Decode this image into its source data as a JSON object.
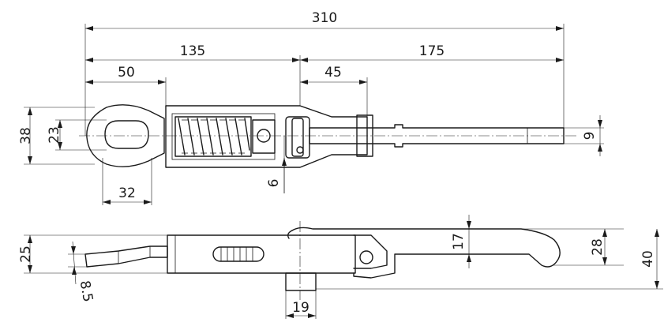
{
  "dimensions": {
    "overall_length": "310",
    "body_length": "135",
    "rod_length": "175",
    "eye_length": "50",
    "hinge_offset": "45",
    "eye_width": "32",
    "eye_height_outer": "38",
    "eye_slot_height": "23",
    "rod_diameter": "9",
    "rod_offset": "6",
    "handle_height": "25",
    "hook_thickness": "8.5",
    "lever_rise": "17",
    "lever_height": "28",
    "total_height": "40",
    "mount_width": "19"
  }
}
